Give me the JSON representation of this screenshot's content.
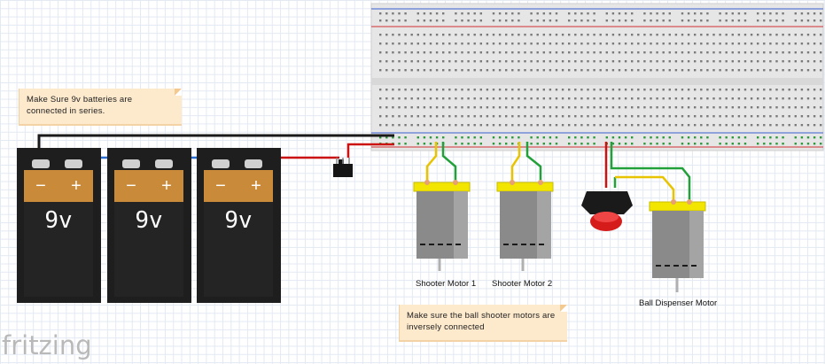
{
  "notes": {
    "series_note": "Make Sure 9v batteries are connected in series.",
    "motor_note": "Make sure the ball shooter motors are inversely connected"
  },
  "batteries": [
    {
      "voltage": "9v",
      "minus": "−",
      "plus": "+"
    },
    {
      "voltage": "9v",
      "minus": "−",
      "plus": "+"
    },
    {
      "voltage": "9v",
      "minus": "−",
      "plus": "+"
    }
  ],
  "motors": {
    "shooter_1": "Shooter Motor 1",
    "shooter_2": "Shooter Motor 2",
    "dispenser": "Ball Dispenser Motor"
  },
  "logo": "fritzing",
  "colors": {
    "wire_black": "#1a1a1a",
    "wire_red": "#cc1111",
    "wire_blue": "#2a6fd0",
    "wire_yellow": "#e8c400",
    "wire_green": "#22a03a",
    "battery_body": "#c98a3a",
    "motor_cap": "#f2e600",
    "button_red": "#d61b1b"
  }
}
